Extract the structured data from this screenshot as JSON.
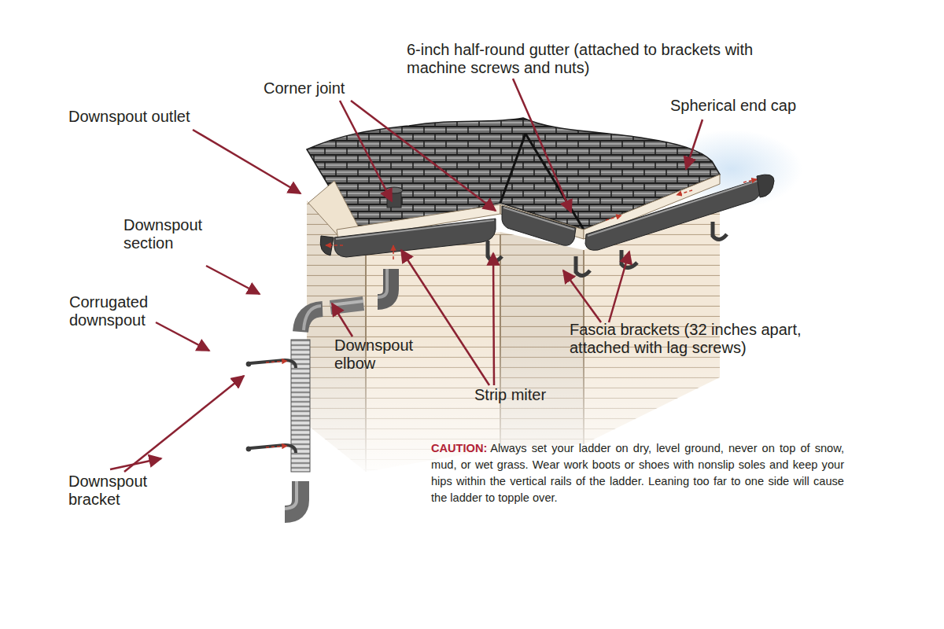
{
  "diagram": {
    "labels": [
      "6-inch half-round gutter (attached to brackets with machine screws and nuts)",
      "Corner joint",
      "Spherical end cap",
      "Downspout outlet",
      "Downspout section",
      "Corrugated downspout",
      "Downspout elbow",
      "Strip miter",
      "Fascia brackets (32 inches apart, attached with lag screws)",
      "Downspout bracket",
      "CAUTION:",
      "Always set your ladder on dry, level ground, never on top of snow, mud, or wet grass. Wear work boots or shoes with nonslip soles and keep your hips within the vertical rails of the ladder. Leaning too far to one side will cause the ladder to topple over."
    ]
  }
}
